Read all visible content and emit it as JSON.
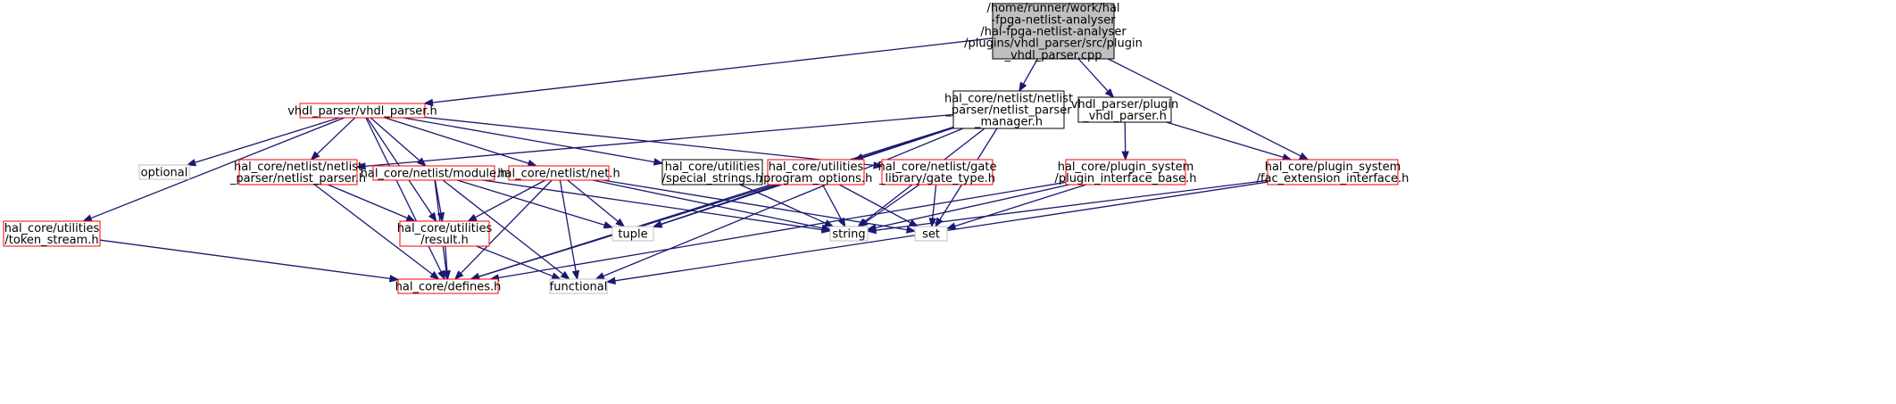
{
  "colors": {
    "root_fill": "#bfbfbf",
    "border_red": "#ff0000",
    "border_black": "#000000",
    "border_gray": "#bfbfbf",
    "edge": "#191970"
  },
  "nodes": {
    "root": {
      "lines": [
        "/home/runner/work/hal",
        "-fpga-netlist-analyser",
        "/hal-fpga-netlist-analyser",
        "/plugins/vhdl_parser/src/plugin",
        "_vhdl_parser.cpp"
      ]
    },
    "vhdl_parser": {
      "lines": [
        "vhdl_parser/vhdl_parser.h"
      ]
    },
    "netlist_parser_manager": {
      "lines": [
        "hal_core/netlist/netlist",
        "_parser/netlist_parser",
        "_manager.h"
      ]
    },
    "plugin_vhdl_parser": {
      "lines": [
        "vhdl_parser/plugin",
        "_vhdl_parser.h"
      ]
    },
    "optional": {
      "lines": [
        "optional"
      ]
    },
    "netlist_parser": {
      "lines": [
        "hal_core/netlist/netlist",
        "_parser/netlist_parser.h"
      ]
    },
    "module": {
      "lines": [
        "hal_core/netlist/module.h"
      ]
    },
    "net": {
      "lines": [
        "hal_core/netlist/net.h"
      ]
    },
    "special_strings": {
      "lines": [
        "hal_core/utilities",
        "/special_strings.h"
      ]
    },
    "program_options": {
      "lines": [
        "hal_core/utilities",
        "/program_options.h"
      ]
    },
    "gate_type": {
      "lines": [
        "hal_core/netlist/gate",
        "_library/gate_type.h"
      ]
    },
    "plugin_interface_base": {
      "lines": [
        "hal_core/plugin_system",
        "/plugin_interface_base.h"
      ]
    },
    "fac_extension_interface": {
      "lines": [
        "hal_core/plugin_system",
        "/fac_extension_interface.h"
      ]
    },
    "token_stream": {
      "lines": [
        "hal_core/utilities",
        "/token_stream.h"
      ]
    },
    "result": {
      "lines": [
        "hal_core/utilities",
        "/result.h"
      ]
    },
    "tuple": {
      "lines": [
        "tuple"
      ]
    },
    "string": {
      "lines": [
        "string"
      ]
    },
    "set": {
      "lines": [
        "set"
      ]
    },
    "defines": {
      "lines": [
        "hal_core/defines.h"
      ]
    },
    "functional": {
      "lines": [
        "functional"
      ]
    }
  },
  "edges": [
    [
      "root",
      "vhdl_parser"
    ],
    [
      "root",
      "netlist_parser_manager"
    ],
    [
      "root",
      "plugin_vhdl_parser"
    ],
    [
      "root",
      "fac_extension_interface"
    ],
    [
      "vhdl_parser",
      "optional"
    ],
    [
      "vhdl_parser",
      "token_stream"
    ],
    [
      "vhdl_parser",
      "netlist_parser"
    ],
    [
      "vhdl_parser",
      "module"
    ],
    [
      "vhdl_parser",
      "net"
    ],
    [
      "vhdl_parser",
      "special_strings"
    ],
    [
      "vhdl_parser",
      "gate_type"
    ],
    [
      "vhdl_parser",
      "result"
    ],
    [
      "vhdl_parser",
      "defines"
    ],
    [
      "netlist_parser_manager",
      "netlist_parser"
    ],
    [
      "netlist_parser_manager",
      "program_options"
    ],
    [
      "netlist_parser_manager",
      "tuple"
    ],
    [
      "netlist_parser_manager",
      "string"
    ],
    [
      "netlist_parser_manager",
      "set"
    ],
    [
      "netlist_parser_manager",
      "defines"
    ],
    [
      "netlist_parser_manager",
      "functional"
    ],
    [
      "plugin_vhdl_parser",
      "plugin_interface_base"
    ],
    [
      "plugin_vhdl_parser",
      "fac_extension_interface"
    ],
    [
      "netlist_parser",
      "result"
    ],
    [
      "netlist_parser",
      "defines"
    ],
    [
      "module",
      "result"
    ],
    [
      "module",
      "defines"
    ],
    [
      "module",
      "tuple"
    ],
    [
      "module",
      "string"
    ],
    [
      "module",
      "functional"
    ],
    [
      "net",
      "result"
    ],
    [
      "net",
      "defines"
    ],
    [
      "net",
      "tuple"
    ],
    [
      "net",
      "string"
    ],
    [
      "net",
      "set"
    ],
    [
      "net",
      "functional"
    ],
    [
      "special_strings",
      "string"
    ],
    [
      "program_options",
      "defines"
    ],
    [
      "program_options",
      "tuple"
    ],
    [
      "program_options",
      "string"
    ],
    [
      "program_options",
      "set"
    ],
    [
      "gate_type",
      "string"
    ],
    [
      "gate_type",
      "set"
    ],
    [
      "plugin_interface_base",
      "defines"
    ],
    [
      "plugin_interface_base",
      "string"
    ],
    [
      "plugin_interface_base",
      "set"
    ],
    [
      "fac_extension_interface",
      "string"
    ],
    [
      "fac_extension_interface",
      "functional"
    ],
    [
      "token_stream",
      "defines"
    ],
    [
      "result",
      "defines"
    ],
    [
      "result",
      "functional"
    ]
  ]
}
